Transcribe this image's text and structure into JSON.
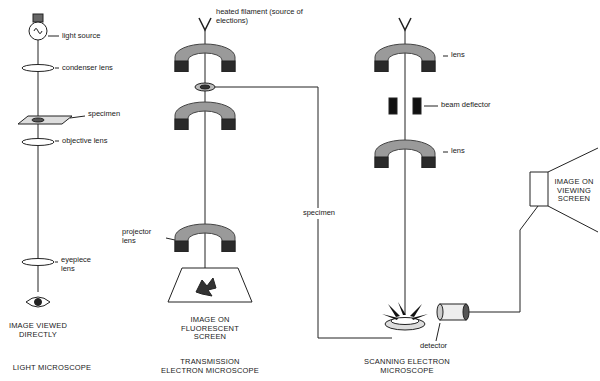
{
  "diagram": {
    "labels": [
      "light source",
      "condenser lens",
      "specimen",
      "objective lens",
      "eyepiece lens",
      "IMAGE VIEWED DIRECTLY",
      "LIGHT MICROSCOPE",
      "heated filament (source of elections)",
      "specimen",
      "projector lens",
      "IMAGE ON FLUORESCENT SCREEN",
      "TRANSMISSION ELECTRON MICROSCOPE",
      "lens",
      "beam deflector",
      "lens",
      "detector",
      "IMAGE ON VIEWING SCREEN",
      "SCANNING ELECTRON MICROSCOPE"
    ]
  }
}
